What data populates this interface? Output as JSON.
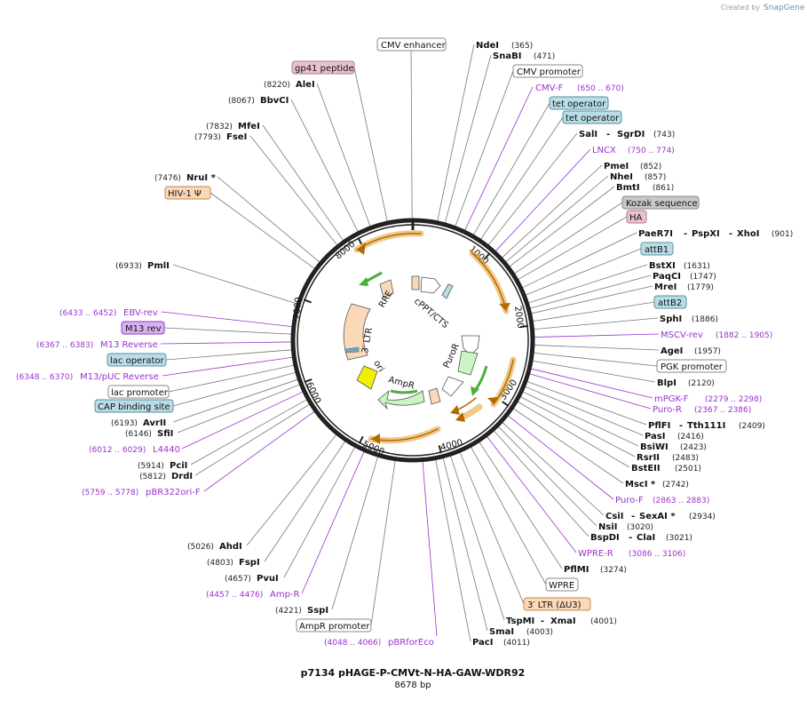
{
  "credit": {
    "prefix": "Created by",
    "brand": "SnapGene"
  },
  "map": {
    "title": "p7134 pHAGE-P-CMVt-N-HA-GAW-WDR92",
    "length_label": "8678 bp",
    "ticks": [
      "1000",
      "2000",
      "3000",
      "4000",
      "5000",
      "6000",
      "7000",
      "8000"
    ]
  },
  "colors": {
    "primer": "#9a32cd",
    "orange_feature": "#e8a33a",
    "green_arrow": "#4caf3c",
    "ori": "#f2ee00",
    "promoter_fill": "#ffffff",
    "regulatory_fill": "#b9dde6",
    "ltr_fill": "#fbd9b8",
    "kozak_fill": "#c8c8c8",
    "peptide_fill": "#e9c2cc",
    "m13_fill": "#d7b3ee"
  },
  "labels": {
    "cmv_enhancer": "CMV enhancer",
    "ndeI": {
      "name": "NdeI",
      "pos": "(365)"
    },
    "snabI": {
      "name": "SnaBI",
      "pos": "(471)"
    },
    "cmv_promoter": "CMV promoter",
    "cmv_f": {
      "name": "CMV-F",
      "pos": "(650 .. 670)"
    },
    "tet_op1": "tet operator",
    "tet_op2": "tet operator",
    "salI": {
      "name": "SalI",
      "sep": "-",
      "name2": "SgrDI",
      "pos": "(743)"
    },
    "lncx": {
      "name": "LNCX",
      "pos": "(750 .. 774)"
    },
    "pmeI": {
      "name": "PmeI",
      "pos": "(852)"
    },
    "nheI": {
      "name": "NheI",
      "pos": "(857)"
    },
    "bmtI": {
      "name": "BmtI",
      "pos": "(861)"
    },
    "kozak": "Kozak sequence",
    "ha": "HA",
    "paer7i": {
      "name": "PaeR7I",
      "sep": "-",
      "name2": "PspXI",
      "sep2": "-",
      "name3": "XhoI",
      "pos": "(901)"
    },
    "attb1": "attB1",
    "bstxi": {
      "name": "BstXI",
      "pos": "(1631)"
    },
    "paqci": {
      "name": "PaqCI",
      "pos": "(1747)"
    },
    "mrei": {
      "name": "MreI",
      "pos": "(1779)"
    },
    "attb2": "attB2",
    "sphi": {
      "name": "SphI",
      "pos": "(1886)"
    },
    "mscv_rev": {
      "name": "MSCV-rev",
      "pos": "(1882 .. 1905)"
    },
    "agei": {
      "name": "AgeI",
      "pos": "(1957)"
    },
    "pgk_promoter": "PGK promoter",
    "blpi": {
      "name": "BlpI",
      "pos": "(2120)"
    },
    "mpgk_f": {
      "name": "mPGK-F",
      "pos": "(2279 .. 2298)"
    },
    "puro_r": {
      "name": "Puro-R",
      "pos": "(2367 .. 2386)"
    },
    "pflfi": {
      "name": "PflFI",
      "sep": "-",
      "name2": "Tth111I",
      "pos": "(2409)"
    },
    "pasi": {
      "name": "PasI",
      "pos": "(2416)"
    },
    "bsiwi": {
      "name": "BsiWI",
      "pos": "(2423)"
    },
    "rsrii": {
      "name": "RsrII",
      "pos": "(2483)"
    },
    "bsteii": {
      "name": "BstEII",
      "pos": "(2501)"
    },
    "msci": {
      "name": "MscI *",
      "pos": "(2742)"
    },
    "puro_f": {
      "name": "Puro-F",
      "pos": "(2863 .. 2883)"
    },
    "csii": {
      "name": "CsiI",
      "sep": "-",
      "name2": "SexAI *",
      "pos": "(2934)"
    },
    "nsii": {
      "name": "NsiI",
      "pos": "(3020)"
    },
    "bspdi": {
      "name": "BspDI",
      "sep": "-",
      "name2": "ClaI",
      "pos": "(3021)"
    },
    "wpre_r": {
      "name": "WPRE-R",
      "pos": "(3086 .. 3106)"
    },
    "pflmi": {
      "name": "PflMI",
      "pos": "(3274)"
    },
    "wpre": "WPRE",
    "ltr3_du3": "3′ LTR (ΔU3)",
    "tspmi": {
      "name": "TspMI",
      "sep": "-",
      "name2": "XmaI",
      "pos": "(4001)"
    },
    "smai": {
      "name": "SmaI",
      "pos": "(4003)"
    },
    "paci": {
      "name": "PacI",
      "pos": "(4011)"
    },
    "pbrforeco": {
      "name": "pBRforEco",
      "pos": "(4048 .. 4066)"
    },
    "ampr_promoter": "AmpR promoter",
    "sspi": {
      "name": "SspI",
      "pos": "(4221)"
    },
    "amp_r": {
      "name": "Amp-R",
      "pos": "(4457 .. 4476)"
    },
    "pvui": {
      "name": "PvuI",
      "pos": "(4657)"
    },
    "fspi": {
      "name": "FspI",
      "pos": "(4803)"
    },
    "ahdi": {
      "name": "AhdI",
      "pos": "(5026)"
    },
    "pbr322ori_f": {
      "name": "pBR322ori-F",
      "pos": "(5759 .. 5778)"
    },
    "drdi": {
      "name": "DrdI",
      "pos": "(5812)"
    },
    "pcii": {
      "name": "PciI",
      "pos": "(5914)"
    },
    "l4440": {
      "name": "L4440",
      "pos": "(6012 .. 6029)"
    },
    "sfii": {
      "name": "SfiI",
      "pos": "(6146)"
    },
    "avrii": {
      "name": "AvrII",
      "pos": "(6193)"
    },
    "cap_site": "CAP binding site",
    "lac_promoter": "lac promoter",
    "m13puc_rev": {
      "name": "M13/pUC Reverse",
      "pos": "(6348 .. 6370)"
    },
    "lac_operator": "lac operator",
    "m13_reverse": {
      "name": "M13 Reverse",
      "pos": "(6367 .. 6383)"
    },
    "m13_rev": "M13 rev",
    "ebv_rev": {
      "name": "EBV-rev",
      "pos": "(6433 .. 6452)"
    },
    "pmli": {
      "name": "PmlI",
      "pos": "(6933)"
    },
    "hiv1_psi": "HIV-1 Ψ",
    "nrui": {
      "name": "NruI *",
      "pos": "(7476)"
    },
    "fsei": {
      "name": "FseI",
      "pos": "(7793)"
    },
    "mfei": {
      "name": "MfeI",
      "pos": "(7832)"
    },
    "bbvci": {
      "name": "BbvCI",
      "pos": "(8067)"
    },
    "alei": {
      "name": "AleI",
      "pos": "(8220)"
    },
    "gp41": "gp41 peptide"
  },
  "inner_labels": {
    "rre": "RRE",
    "cppt": "cPPT/CTS",
    "ltr3": "3′ LTR",
    "puror": "PuroR",
    "ori": "ori",
    "ampr": "AmpR"
  }
}
